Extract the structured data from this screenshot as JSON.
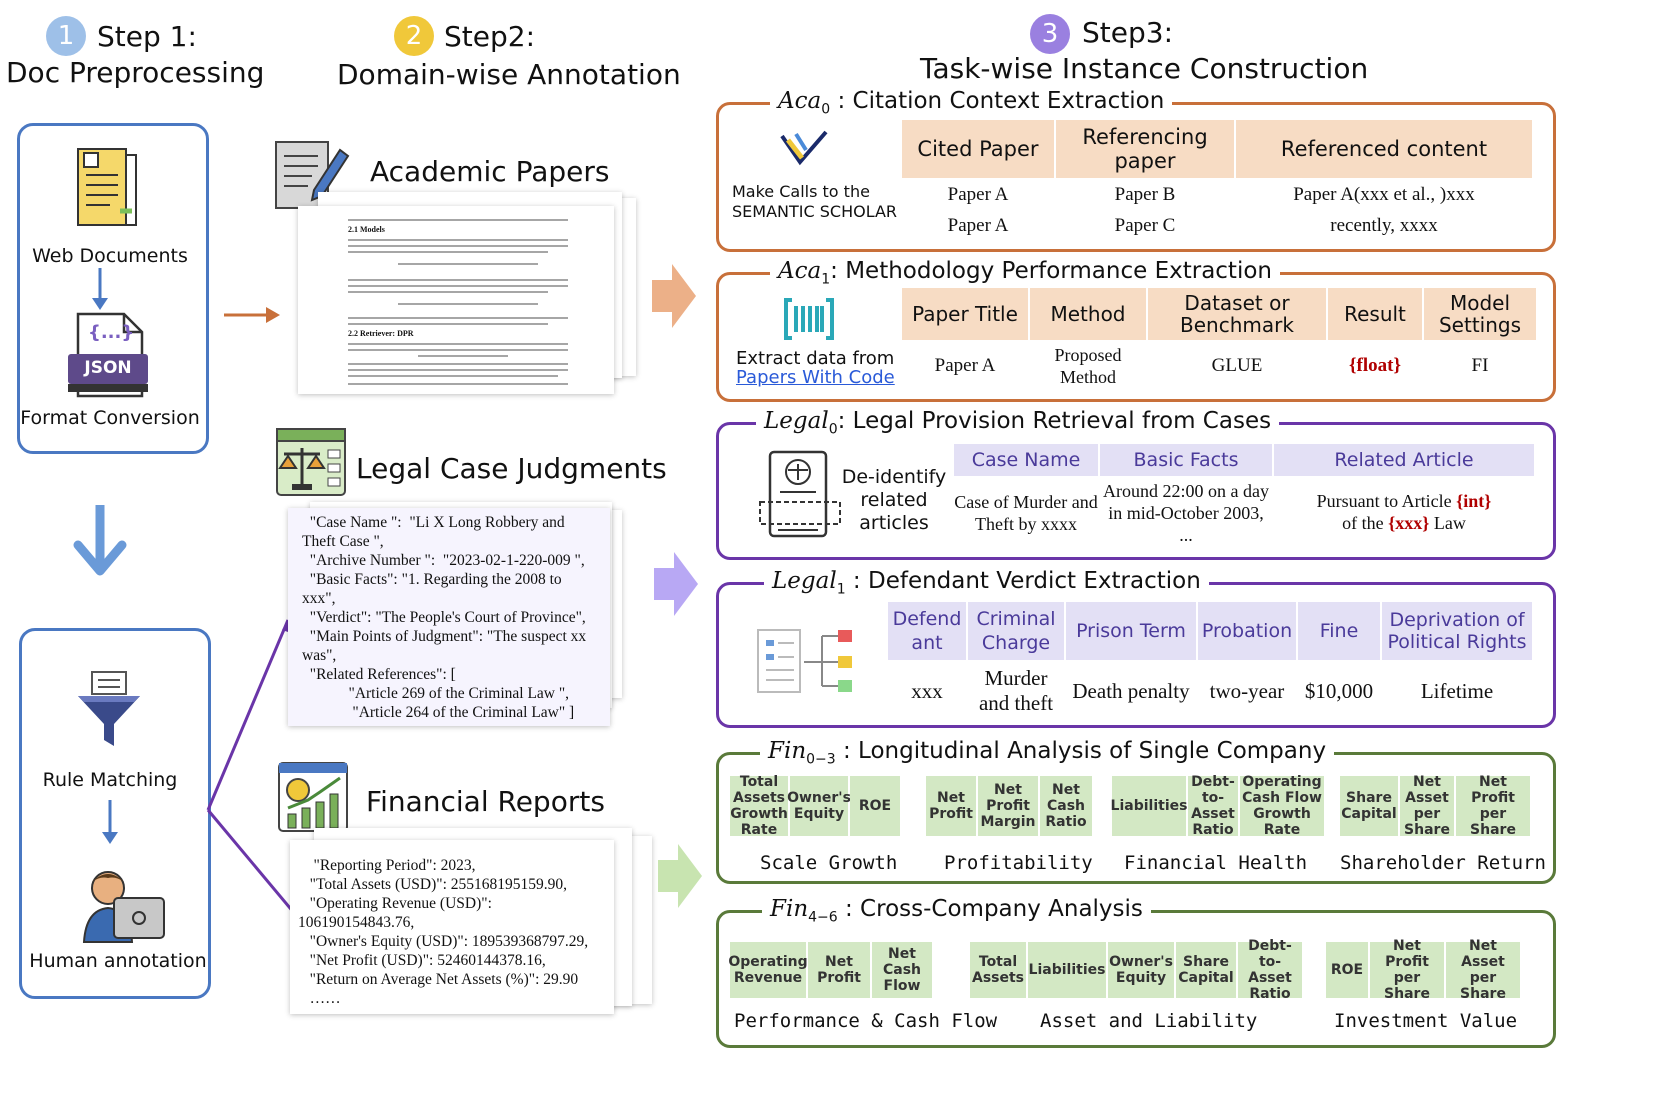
{
  "steps": {
    "s1": {
      "num": "1",
      "title": "Step 1:",
      "subtitle": "Doc Preprocessing"
    },
    "s2": {
      "num": "2",
      "title": "Step2:",
      "subtitle": "Domain-wise Annotation"
    },
    "s3": {
      "num": "3",
      "title": "Step3:",
      "subtitle": "Task-wise Instance Construction"
    }
  },
  "left": {
    "web_documents": "Web Documents",
    "json_label": "JSON",
    "json_braces": "{...}",
    "format_conversion": "Format Conversion",
    "rule_matching": "Rule Matching",
    "human_annotation": "Human annotation"
  },
  "domains": {
    "academic": {
      "title": "Academic Papers",
      "heading1": "2.1  Models",
      "heading2": "2.2  Retriever: DPR"
    },
    "legal": {
      "title": "Legal Case Judgments",
      "lines": [
        "  \"Case Name \":  \"Li X Long Robbery and",
        "Theft Case \",",
        "  \"Archive Number \":  \"2023-02-1-220-009 \",",
        "  \"Basic Facts\": \"1. Regarding the 2008 to",
        "xxx\",",
        "  \"Verdict\": \"The People's Court of Province\",",
        "  \"Main Points of Judgment\": \"The suspect xx",
        "was\",",
        "  \"Related References\": [",
        "            \"Article 269 of the Criminal Law \",",
        "             \"Article 264 of the Criminal Law\" ]"
      ]
    },
    "financial": {
      "title": "Financial Reports",
      "lines": [
        "    \"Reporting Period\": 2023,",
        "   \"Total Assets (USD)\": 255168195159.90,",
        "   \"Operating Revenue (USD)\":",
        "106190154843.76,",
        "   \"Owner's Equity (USD)\": 189539368797.29,",
        "   \"Net Profit (USD)\": 52460144378.16,",
        "   \"Return on Average Net Assets (%)\": 29.90",
        "   ……"
      ]
    }
  },
  "aca0": {
    "title_sym": "Aca",
    "title_sub": "0",
    "title_text": " : Citation Context Extraction",
    "source": "Make Calls to the\nSEMANTIC SCHOLAR",
    "headers": [
      "Cited Paper",
      "Referencing paper",
      "Referenced content"
    ],
    "rows": [
      [
        "Paper A",
        "Paper B",
        "Paper A(xxx et al., )xxx"
      ],
      [
        "Paper A",
        "Paper C",
        "recently, xxxx"
      ]
    ]
  },
  "aca1": {
    "title_sym": "Aca",
    "title_sub": "1",
    "title_text": ": Methodology Performance Extraction",
    "source_1": "Extract data from",
    "source_link": "Papers With Code",
    "headers": [
      "Paper Title",
      "Method",
      "Dataset or Benchmark",
      "Result",
      "Model Settings"
    ],
    "row": [
      "Paper A",
      "Proposed Method",
      "GLUE",
      "{float}",
      "FI"
    ]
  },
  "legal0": {
    "title_sym": "Legal",
    "title_sub": "0",
    "title_text": ": Legal Provision Retrieval from Cases",
    "source": "De-identify related articles",
    "headers": [
      "Case Name",
      "Basic Facts",
      "Related Article"
    ],
    "row": [
      "Case of Murder and Theft by xxxx",
      "Around 22:00 on a day in mid-October 2003, ..."
    ],
    "article_1": "Pursuant to Article ",
    "article_int": "{int}",
    "article_2": "of the ",
    "article_xxx": "{xxx}",
    "article_3": " Law"
  },
  "legal1": {
    "title_sym": "Legal",
    "title_sub": "1",
    "title_text": " : Defendant Verdict Extraction",
    "headers": [
      "Defend ant",
      "Criminal Charge",
      "Prison Term",
      "Probation",
      "Fine",
      "Deprivation of Political Rights"
    ],
    "row": [
      "xxx",
      "Murder and theft",
      "Death penalty",
      "two-year",
      "$10,000",
      "Lifetime"
    ]
  },
  "fin03": {
    "title_sym": "Fin",
    "title_sub": "0−3",
    "title_text": " : Longitudinal Analysis of Single Company",
    "groups": [
      {
        "label": "Scale Growth",
        "cells": [
          "Total Assets Growth Rate",
          "Owner's Equity",
          "ROE"
        ]
      },
      {
        "label": "Profitability",
        "cells": [
          "Net Profit",
          "Net Profit Margin",
          "Net Cash Ratio"
        ]
      },
      {
        "label": "Financial Health",
        "cells": [
          "Liabilities",
          "Debt-to-Asset Ratio",
          "Operating Cash Flow Growth Rate"
        ]
      },
      {
        "label": "Shareholder Return",
        "cells": [
          "Share Capital",
          "Net Asset per Share",
          "Net Profit per Share"
        ]
      }
    ]
  },
  "fin46": {
    "title_sym": "Fin",
    "title_sub": "4−6",
    "title_text": " : Cross-Company Analysis",
    "groups": [
      {
        "label": "Performance & Cash Flow",
        "cells": [
          "Operating Revenue",
          "Net Profit",
          "Net Cash Flow"
        ]
      },
      {
        "label": "Asset and Liability",
        "cells": [
          "Total Assets",
          "Liabilities",
          "Owner's Equity",
          "Share Capital",
          "Debt-to-Asset Ratio"
        ]
      },
      {
        "label": "Investment Value",
        "cells": [
          "ROE",
          "Net Profit per Share",
          "Net Asset per Share"
        ]
      }
    ]
  },
  "colors": {
    "blue_box": "#4a78c2",
    "orange": "#c8703a",
    "purple": "#6a35a8",
    "green": "#5a7a3a",
    "orange_cell": "#f7dcc4",
    "purple_cell": "#e3e0f5",
    "green_cell": "#d3e8c4",
    "red_val": "#b00000"
  }
}
